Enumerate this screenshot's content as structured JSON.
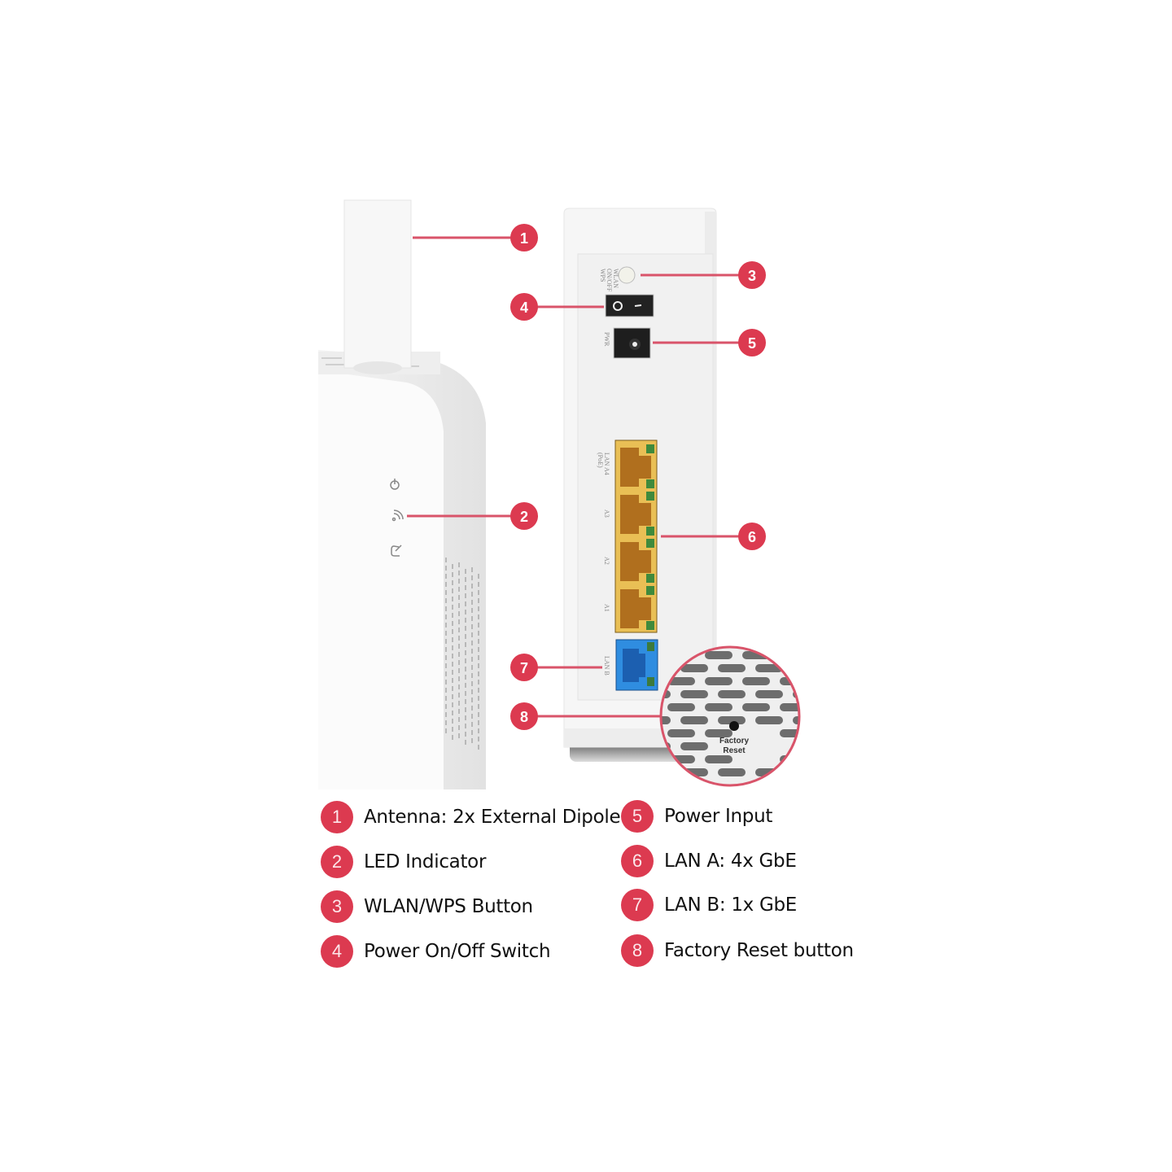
{
  "colors": {
    "callout": "#dc3a50",
    "line": "#d9546a",
    "lan_a": "#e9bf55",
    "lan_b": "#2f8de0"
  },
  "callouts": [
    "1",
    "2",
    "3",
    "4",
    "5",
    "6",
    "7",
    "8"
  ],
  "device_labels": {
    "wlan_button": [
      "WLAN",
      "ON/OFF",
      "WPS"
    ],
    "power": "PWR",
    "lan_a4": [
      "LAN A4",
      "(PoE)"
    ],
    "lan_a3": "A3",
    "lan_a2": "A2",
    "lan_a1": "A1",
    "lan_b": "LAN B"
  },
  "magnifier": {
    "line1": "Factory",
    "line2": "Reset"
  },
  "legend": [
    {
      "num": "1",
      "label": "Antenna: 2x External Dipole"
    },
    {
      "num": "2",
      "label": "LED Indicator"
    },
    {
      "num": "3",
      "label": "WLAN/WPS Button"
    },
    {
      "num": "4",
      "label": "Power On/Off Switch"
    },
    {
      "num": "5",
      "label": "Power Input"
    },
    {
      "num": "6",
      "label": "LAN A: 4x GbE"
    },
    {
      "num": "7",
      "label": "LAN B: 1x GbE"
    },
    {
      "num": "8",
      "label": "Factory Reset button"
    }
  ]
}
